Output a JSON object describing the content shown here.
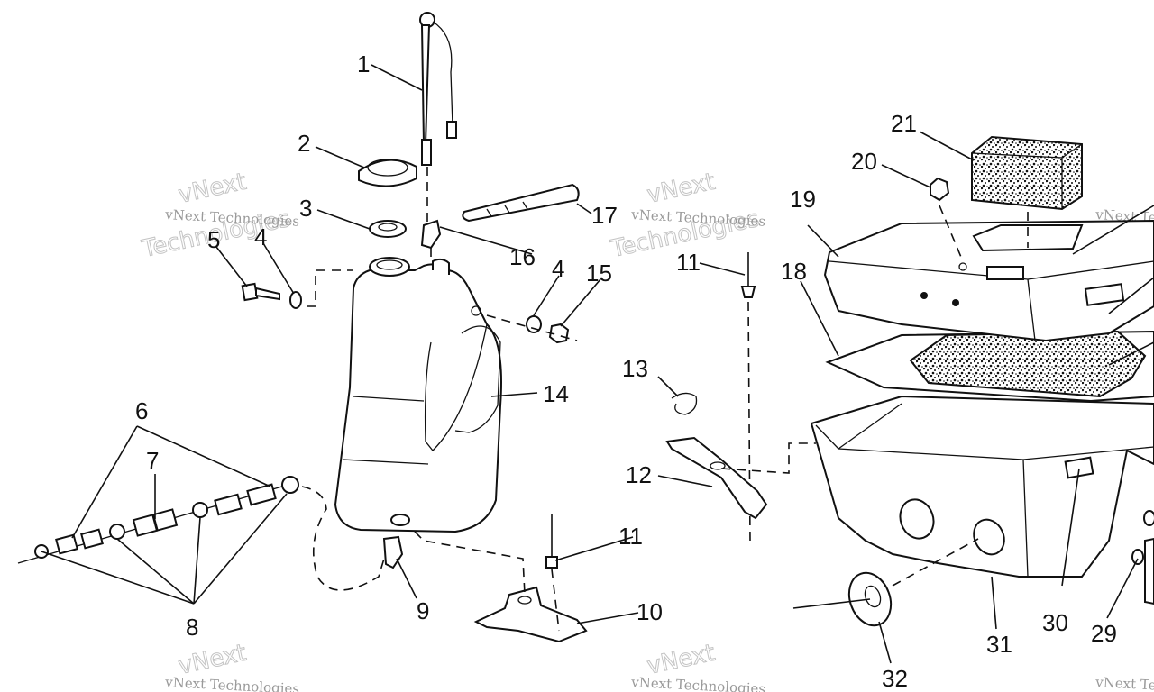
{
  "watermark": {
    "line1": "vNext Technologies",
    "line2": "vNext",
    "line3": "Technologies"
  },
  "callouts": [
    {
      "id": "c1",
      "label": "1"
    },
    {
      "id": "c2",
      "label": "2"
    },
    {
      "id": "c3",
      "label": "3"
    },
    {
      "id": "c4a",
      "label": "4"
    },
    {
      "id": "c4b",
      "label": "4"
    },
    {
      "id": "c5",
      "label": "5"
    },
    {
      "id": "c6",
      "label": "6"
    },
    {
      "id": "c7",
      "label": "7"
    },
    {
      "id": "c8",
      "label": "8"
    },
    {
      "id": "c9",
      "label": "9"
    },
    {
      "id": "c10",
      "label": "10"
    },
    {
      "id": "c11a",
      "label": "11"
    },
    {
      "id": "c11b",
      "label": "11"
    },
    {
      "id": "c12",
      "label": "12"
    },
    {
      "id": "c13",
      "label": "13"
    },
    {
      "id": "c14",
      "label": "14"
    },
    {
      "id": "c15",
      "label": "15"
    },
    {
      "id": "c16",
      "label": "16"
    },
    {
      "id": "c17",
      "label": "17"
    },
    {
      "id": "c18",
      "label": "18"
    },
    {
      "id": "c19",
      "label": "19"
    },
    {
      "id": "c20",
      "label": "20"
    },
    {
      "id": "c21",
      "label": "21"
    },
    {
      "id": "c29",
      "label": "29"
    },
    {
      "id": "c30",
      "label": "30"
    },
    {
      "id": "c31",
      "label": "31"
    },
    {
      "id": "c32",
      "label": "32"
    }
  ]
}
